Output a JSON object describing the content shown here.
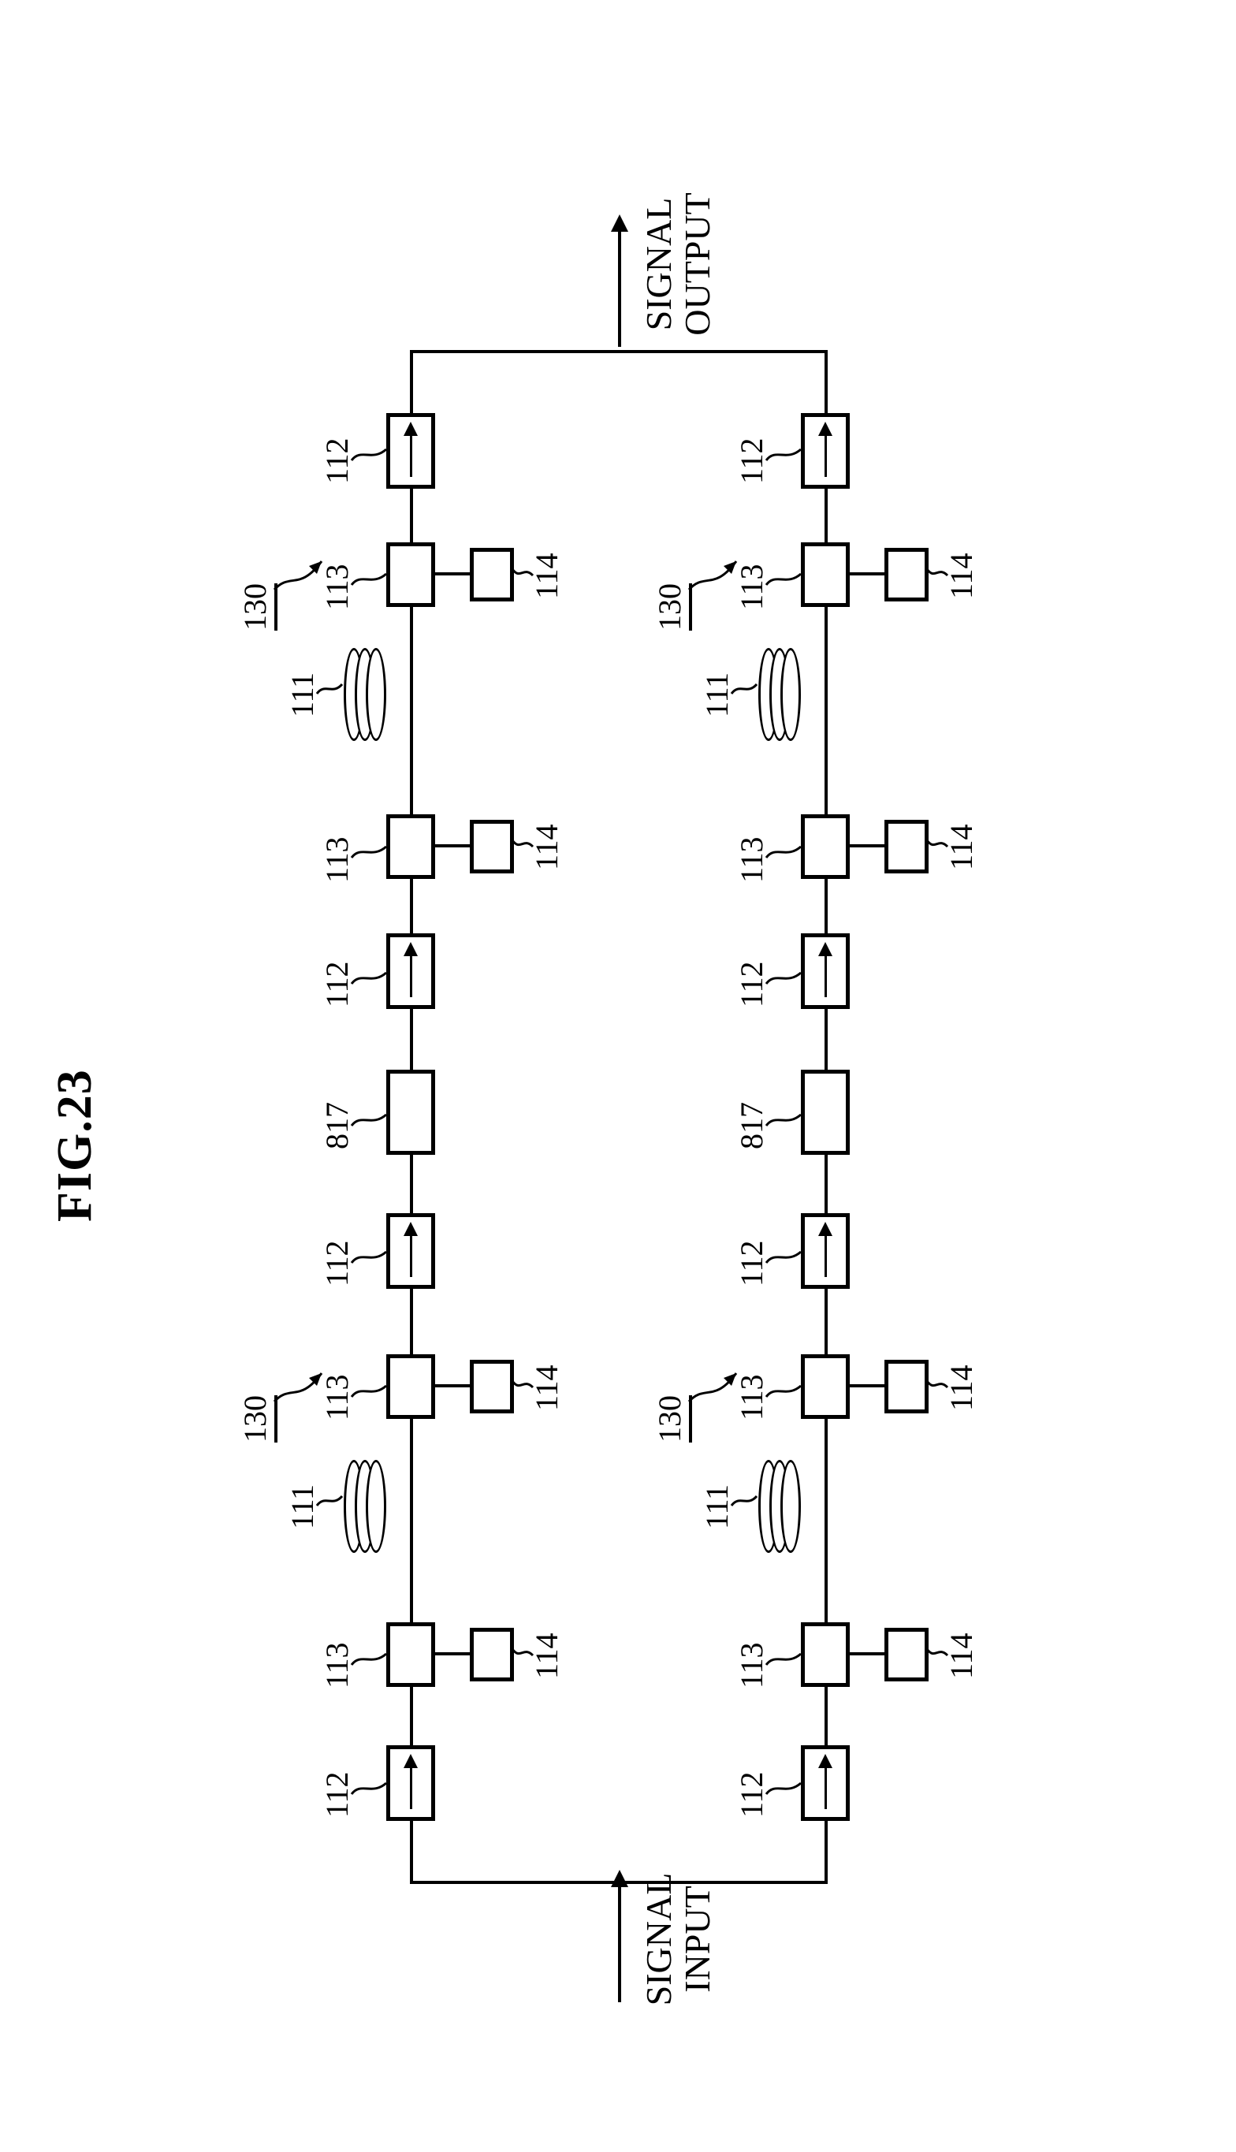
{
  "figure": {
    "title": "FIG.23",
    "type": "patent-block-diagram"
  },
  "terminals": {
    "input": {
      "line1": "SIGNAL",
      "line2": "INPUT",
      "arrow": "arrow-right"
    },
    "output": {
      "line1": "SIGNAL",
      "line2": "OUTPUT",
      "arrow": "arrow-right"
    }
  },
  "reference_numerals": {
    "amplifier": "112",
    "filter": "113",
    "side_block": "114",
    "coil_stack": "111",
    "mid_block": "817",
    "group": "130"
  },
  "branches": [
    {
      "name": "upper-branch",
      "groups": [
        {
          "label": "130",
          "stage_index": 1,
          "elements": [
            {
              "kind": "amplifier",
              "ref": "112"
            },
            {
              "kind": "filter",
              "ref": "113"
            },
            {
              "kind": "side",
              "ref": "114"
            },
            {
              "kind": "coil",
              "ref": "111"
            }
          ]
        },
        {
          "label": "130",
          "stage_index": 2,
          "elements": [
            {
              "kind": "filter",
              "ref": "113"
            },
            {
              "kind": "side",
              "ref": "114"
            },
            {
              "kind": "amplifier",
              "ref": "112"
            },
            {
              "kind": "mid",
              "ref": "817"
            },
            {
              "kind": "amplifier",
              "ref": "112"
            },
            {
              "kind": "filter",
              "ref": "113"
            },
            {
              "kind": "side",
              "ref": "114"
            },
            {
              "kind": "coil",
              "ref": "111"
            },
            {
              "kind": "filter",
              "ref": "113"
            },
            {
              "kind": "side",
              "ref": "114"
            },
            {
              "kind": "amplifier",
              "ref": "112"
            }
          ]
        }
      ]
    },
    {
      "name": "lower-branch",
      "groups": [
        {
          "label": "130",
          "stage_index": 1,
          "elements": [
            {
              "kind": "amplifier",
              "ref": "112"
            },
            {
              "kind": "filter",
              "ref": "113"
            },
            {
              "kind": "side",
              "ref": "114"
            },
            {
              "kind": "coil",
              "ref": "111"
            }
          ]
        },
        {
          "label": "130",
          "stage_index": 2,
          "elements": [
            {
              "kind": "filter",
              "ref": "113"
            },
            {
              "kind": "side",
              "ref": "114"
            },
            {
              "kind": "amplifier",
              "ref": "112"
            },
            {
              "kind": "mid",
              "ref": "817"
            },
            {
              "kind": "amplifier",
              "ref": "112"
            },
            {
              "kind": "filter",
              "ref": "113"
            },
            {
              "kind": "side",
              "ref": "114"
            },
            {
              "kind": "coil",
              "ref": "111"
            },
            {
              "kind": "filter",
              "ref": "113"
            },
            {
              "kind": "side",
              "ref": "114"
            },
            {
              "kind": "amplifier",
              "ref": "112"
            }
          ]
        }
      ]
    }
  ],
  "labels": {
    "upper": {
      "a_112_in": "112",
      "a_113_in": "113",
      "a_114_in": "114",
      "a_111": "111",
      "b_113": "113",
      "b_114": "114",
      "b_130": "130",
      "c_112a": "112",
      "c_817": "817",
      "c_112b": "112",
      "c_113": "113",
      "c_112c": "112",
      "c_114": "114",
      "d_111": "111",
      "d_130": "130",
      "e_113": "113",
      "e_114": "114",
      "e_112": "112"
    },
    "lower": {
      "a_112_in": "112",
      "a_113_in": "113",
      "a_114_in": "114",
      "a_111": "111",
      "b_113": "113",
      "b_114": "114",
      "b_130": "130",
      "c_112a": "112",
      "c_817": "817",
      "c_112b": "112",
      "c_113": "113",
      "c_112c": "112",
      "c_114": "114",
      "d_111": "111",
      "d_130": "130",
      "e_113": "113",
      "e_114": "114",
      "e_112": "112"
    }
  },
  "colors": {
    "ink": "#000000",
    "paper": "#ffffff"
  }
}
